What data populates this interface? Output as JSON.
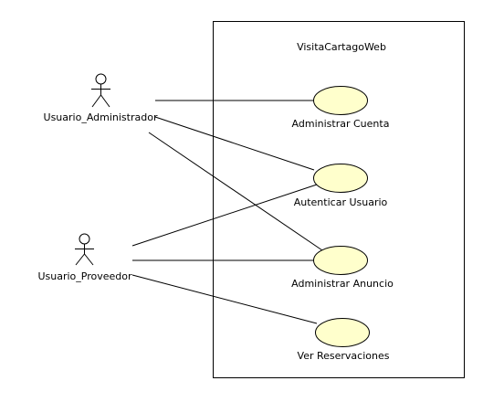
{
  "diagram": {
    "system_name": "VisitaCartagoWeb",
    "colors": {
      "use_case_fill": "#ffffcc",
      "line": "#000000",
      "background": "#ffffff"
    },
    "actors": [
      {
        "id": "admin",
        "label": "Usuario_Administrador"
      },
      {
        "id": "proveedor",
        "label": "Usuario_Proveedor"
      }
    ],
    "use_cases": [
      {
        "id": "uc1",
        "label": "Administrar Cuenta"
      },
      {
        "id": "uc2",
        "label": "Autenticar Usuario"
      },
      {
        "id": "uc3",
        "label": "Administrar Anuncio"
      },
      {
        "id": "uc4",
        "label": "Ver Reservaciones"
      }
    ],
    "associations": [
      {
        "from": "admin",
        "to": "uc1"
      },
      {
        "from": "admin",
        "to": "uc2"
      },
      {
        "from": "admin",
        "to": "uc3"
      },
      {
        "from": "proveedor",
        "to": "uc2"
      },
      {
        "from": "proveedor",
        "to": "uc3"
      },
      {
        "from": "proveedor",
        "to": "uc4"
      }
    ]
  }
}
